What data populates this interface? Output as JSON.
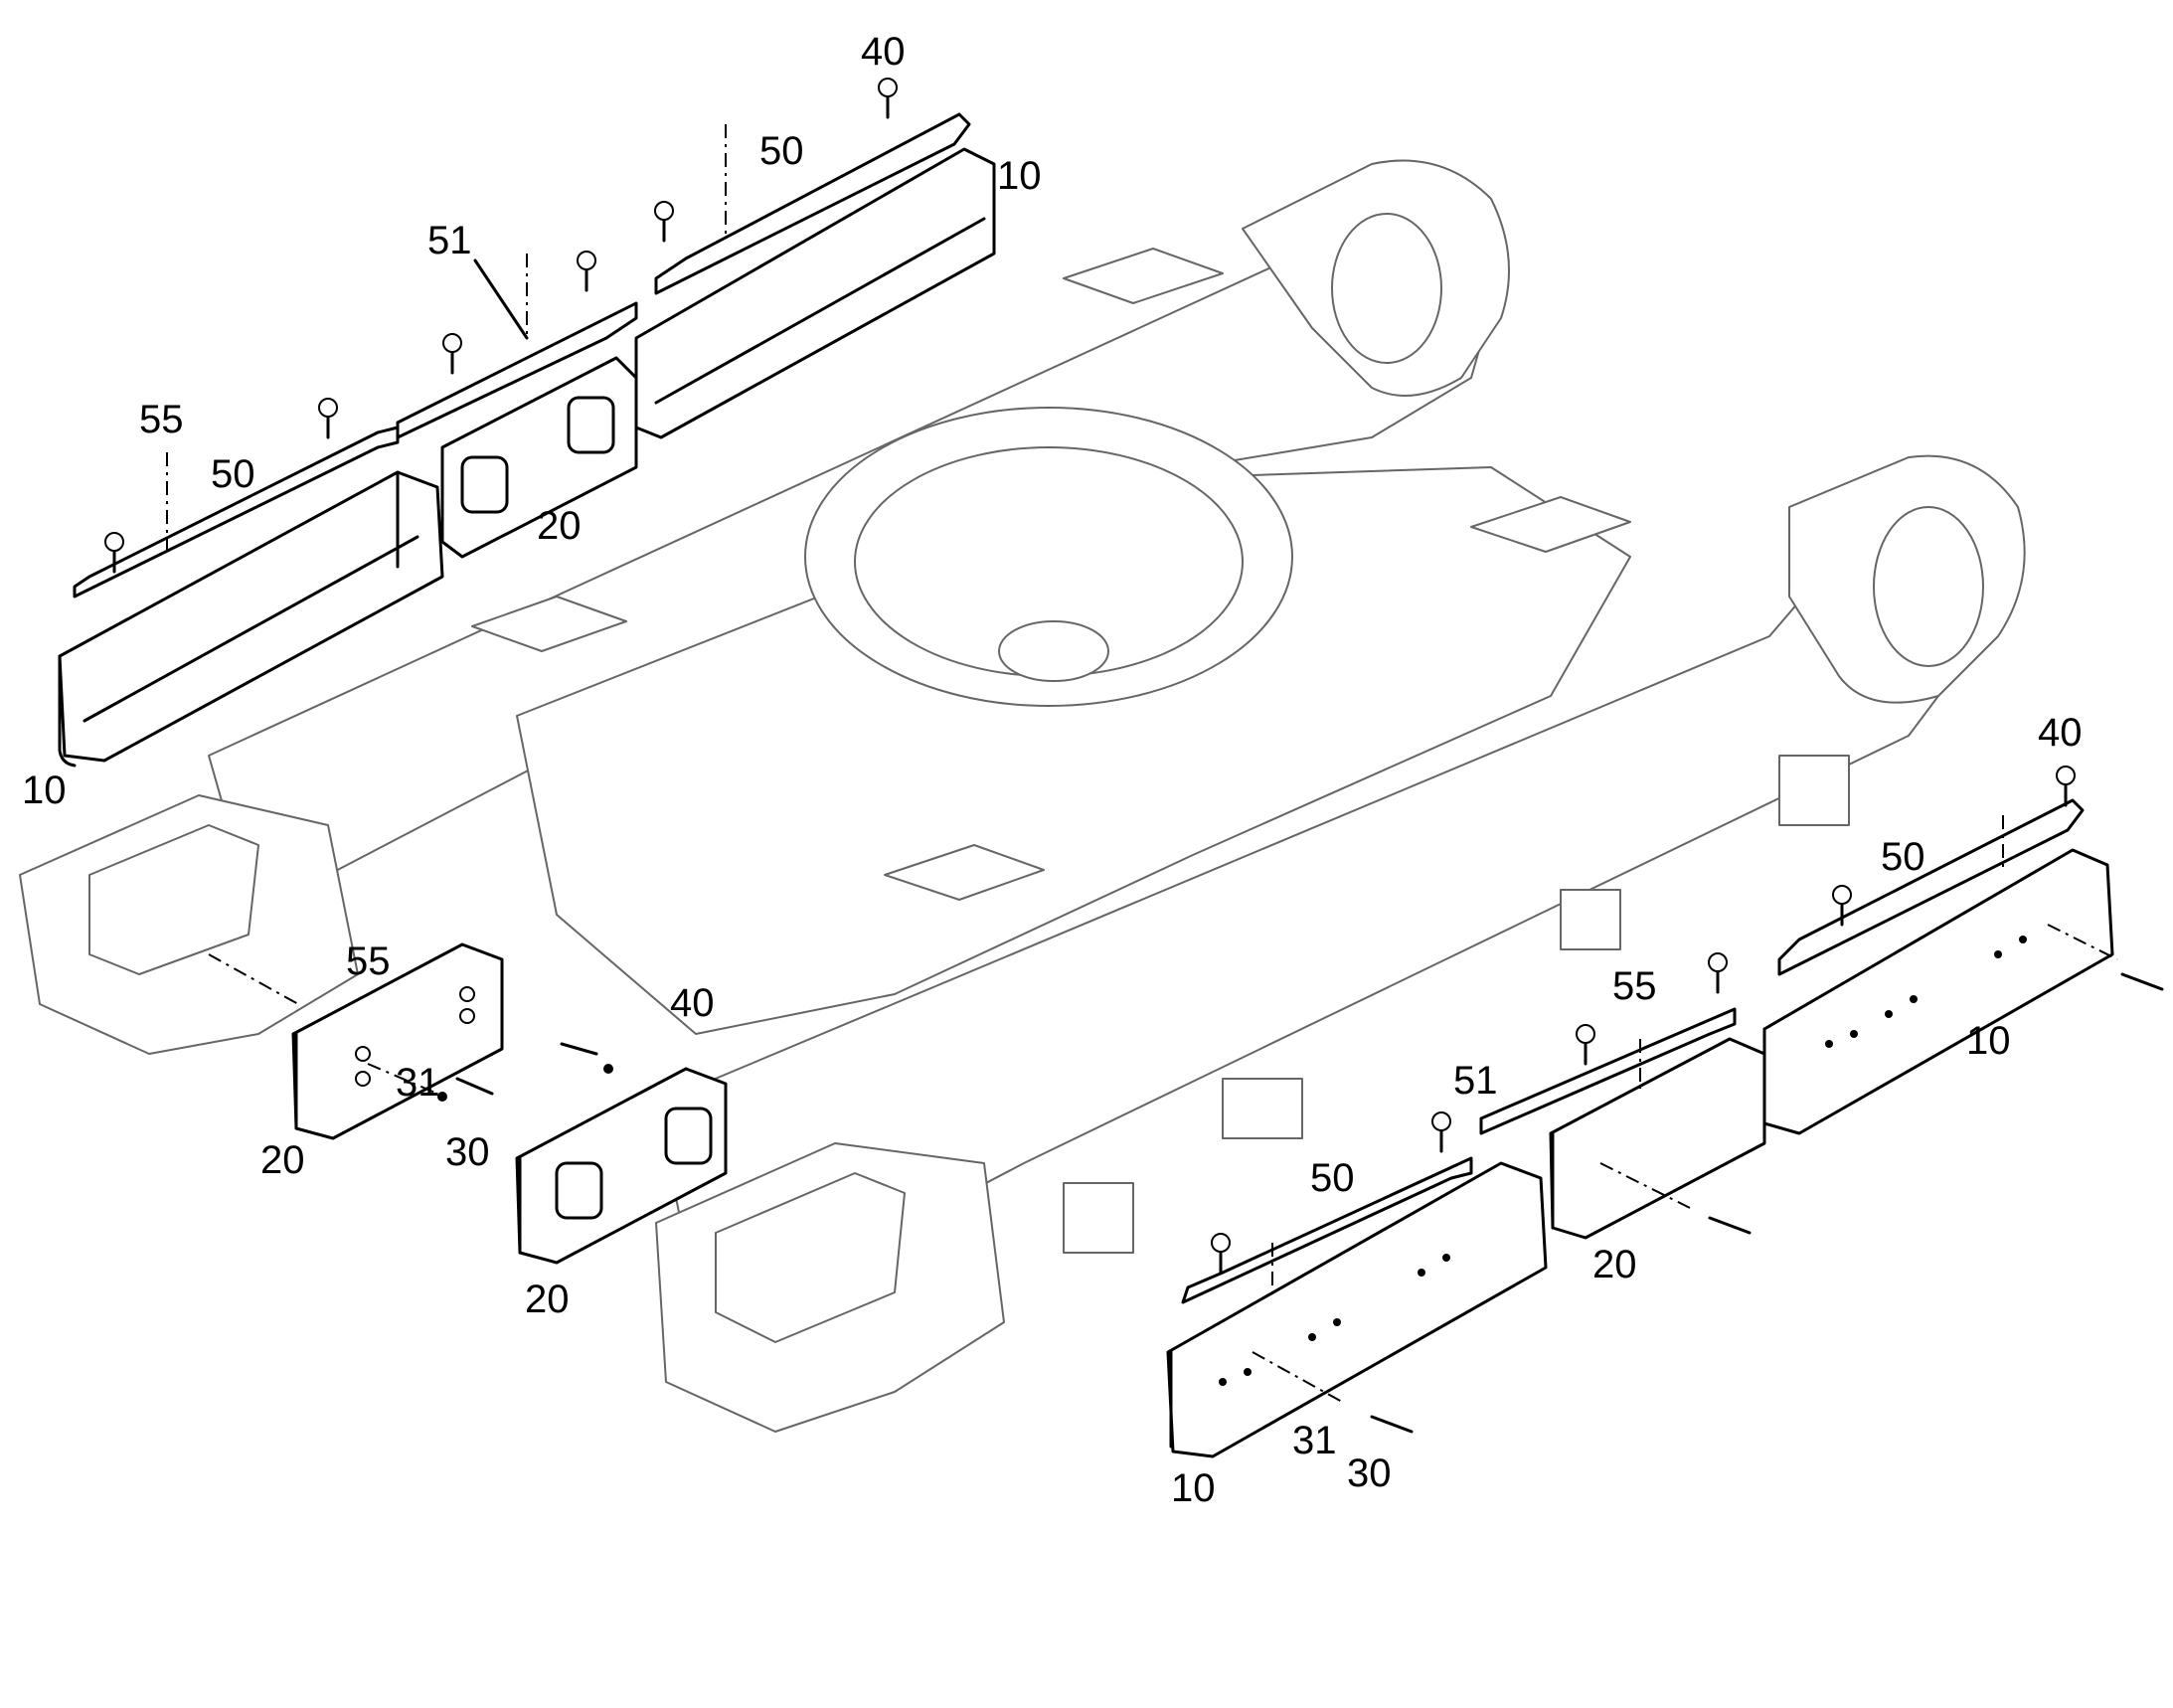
{
  "diagram": {
    "callouts": [
      {
        "label": "40"
      },
      {
        "label": "50"
      },
      {
        "label": "10"
      },
      {
        "label": "51"
      },
      {
        "label": "55"
      },
      {
        "label": "50"
      },
      {
        "label": "20"
      },
      {
        "label": "10"
      },
      {
        "label": "55"
      },
      {
        "label": "20"
      },
      {
        "label": "31"
      },
      {
        "label": "30"
      },
      {
        "label": "40"
      },
      {
        "label": "20"
      },
      {
        "label": "40"
      },
      {
        "label": "50"
      },
      {
        "label": "55"
      },
      {
        "label": "10"
      },
      {
        "label": "51"
      },
      {
        "label": "50"
      },
      {
        "label": "20"
      },
      {
        "label": "31"
      },
      {
        "label": "30"
      },
      {
        "label": "10"
      }
    ]
  }
}
